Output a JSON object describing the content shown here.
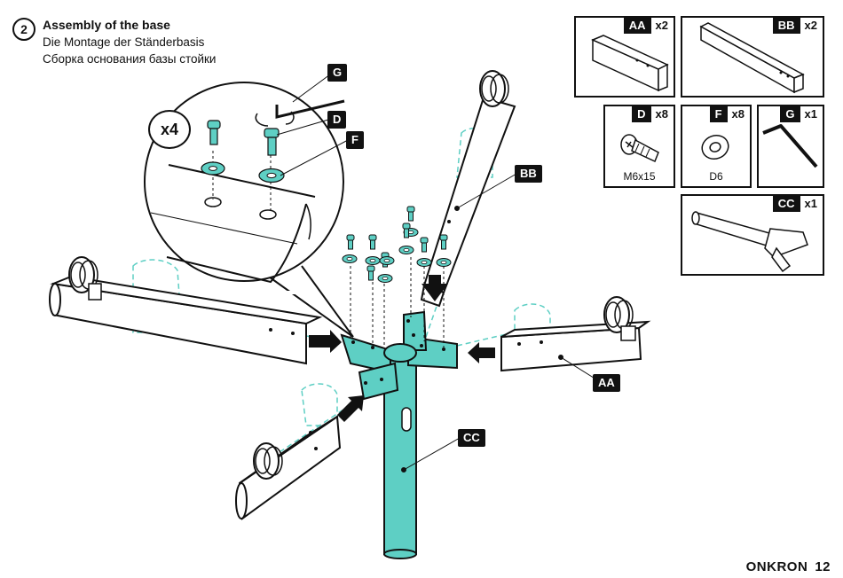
{
  "step": {
    "number": "2",
    "title_en": "Assembly of the base",
    "title_de": "Die Montage der Ständerbasis",
    "title_ru": "Сборка основания базы стойки"
  },
  "parts": [
    {
      "code": "AA",
      "qty": "x2",
      "caption": ""
    },
    {
      "code": "BB",
      "qty": "x2",
      "caption": ""
    },
    {
      "code": "D",
      "qty": "x8",
      "caption": "M6x15"
    },
    {
      "code": "F",
      "qty": "x8",
      "caption": "D6"
    },
    {
      "code": "G",
      "qty": "x1",
      "caption": ""
    },
    {
      "code": "CC",
      "qty": "x1",
      "caption": ""
    }
  ],
  "callouts": {
    "g": "G",
    "d": "D",
    "f": "F",
    "bb": "BB",
    "aa": "AA",
    "cc": "CC"
  },
  "zoom_multiplier": "x4",
  "brand": {
    "name": "ONKRON",
    "page": "12"
  },
  "colors": {
    "accent": "#5ecfc4",
    "ink": "#111111",
    "dashed": "#5ecfc4"
  }
}
